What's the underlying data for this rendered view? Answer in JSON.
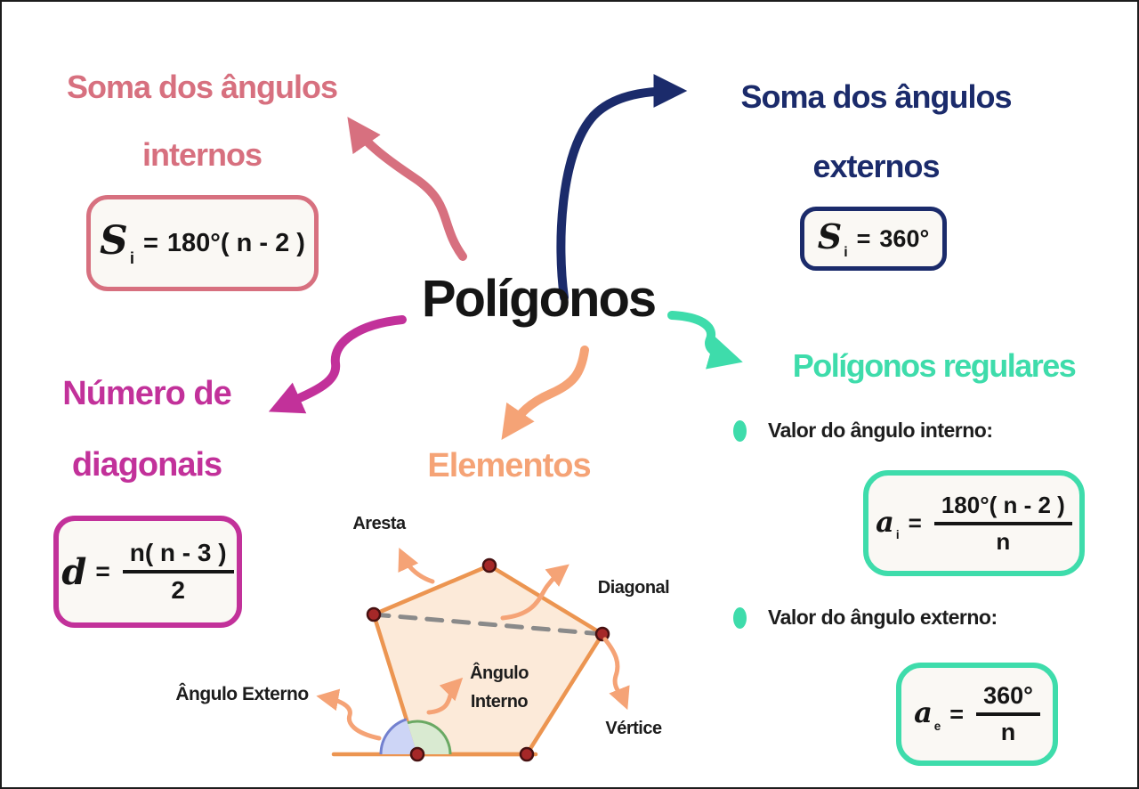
{
  "colors": {
    "rose": "#d7707f",
    "navy": "#1b2b6b",
    "magenta": "#c2319a",
    "teal": "#3edcab",
    "orange": "#f5a376",
    "box-bg": "#faf8f4"
  },
  "center": {
    "title": "Polígonos"
  },
  "internal_sum": {
    "heading_line1": "Soma dos ângulos",
    "heading_line2": "internos",
    "formula": {
      "variable": "S",
      "subscript": "i",
      "equals": "=",
      "expression": "180°( n - 2 )"
    }
  },
  "external_sum": {
    "heading_line1": "Soma dos ângulos",
    "heading_line2": "externos",
    "formula": {
      "variable": "S",
      "subscript": "i",
      "equals": "=",
      "expression": "360°"
    }
  },
  "diagonals": {
    "heading_line1": "Número de",
    "heading_line2": "diagonais",
    "formula": {
      "variable": "d",
      "equals": "=",
      "numerator": "n( n - 3 )",
      "denominator": "2"
    }
  },
  "elements": {
    "heading": "Elementos",
    "labels": {
      "edge": "Aresta",
      "diagonal": "Diagonal",
      "internal_angle_line1": "Ângulo",
      "internal_angle_line2": "Interno",
      "external_angle": "Ângulo Externo",
      "vertex": "Vértice"
    }
  },
  "regular_polygons": {
    "heading": "Polígonos regulares",
    "bullets": [
      {
        "label": "Valor do ângulo interno:",
        "formula": {
          "variable": "a",
          "subscript": "i",
          "equals": "=",
          "numerator": "180°( n - 2 )",
          "denominator": "n"
        }
      },
      {
        "label": "Valor do ângulo externo:",
        "formula": {
          "variable": "a",
          "subscript": "e",
          "equals": "=",
          "numerator": "360°",
          "denominator": "n"
        }
      }
    ]
  }
}
